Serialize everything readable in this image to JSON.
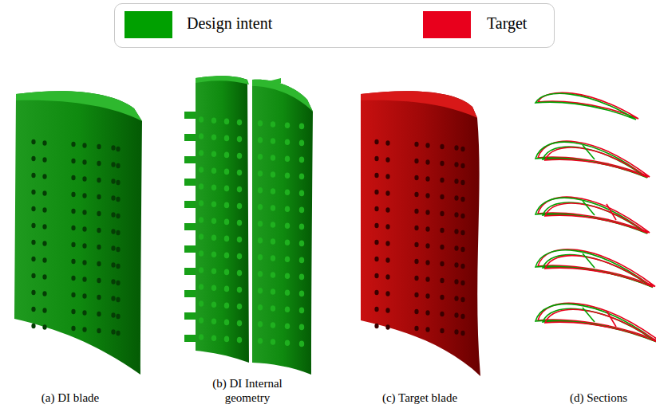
{
  "diagram": {
    "labels": [
      "(a) DI blade",
      "(b) DI Internal geometry",
      "(c) Target blade",
      "(d) Sections"
    ],
    "legend": [
      {
        "text": "Design intent",
        "color": "#00a000"
      },
      {
        "text": "Target",
        "color": "#e8001c"
      }
    ]
  }
}
